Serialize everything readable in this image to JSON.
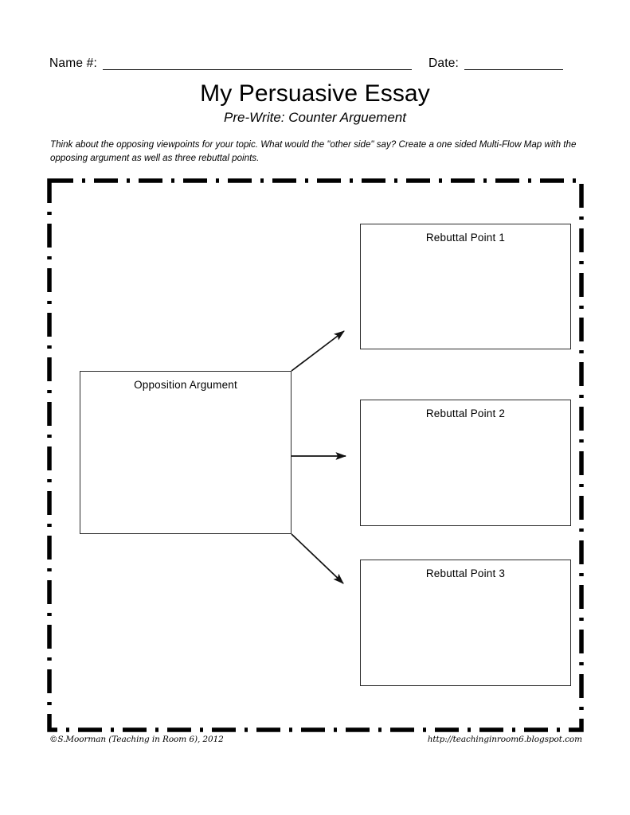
{
  "header": {
    "name_label": "Name #:",
    "date_label": "Date:",
    "name_value": "",
    "date_value": ""
  },
  "title": "My Persuasive Essay",
  "subtitle": "Pre-Write:  Counter Arguement",
  "instructions": "Think about the opposing viewpoints for your topic.  What would the \"other side\" say?  Create a one sided Multi-Flow Map with the opposing argument as well as three rebuttal points.",
  "diagram": {
    "type": "multi-flow-map",
    "source": {
      "label": "Opposition Argument",
      "value": ""
    },
    "targets": [
      {
        "label": "Rebuttal Point 1",
        "value": ""
      },
      {
        "label": "Rebuttal Point 2",
        "value": ""
      },
      {
        "label": "Rebuttal Point 3",
        "value": ""
      }
    ],
    "arrow_count": 3
  },
  "footer": {
    "credit": "©S.Moorman (Teaching in Room 6), 2012",
    "url": "http://teachinginroom6.blogspot.com"
  },
  "colors": {
    "ink": "#000000",
    "box_border": "#2b2b2b",
    "frame": "#000000",
    "paper": "#ffffff"
  }
}
